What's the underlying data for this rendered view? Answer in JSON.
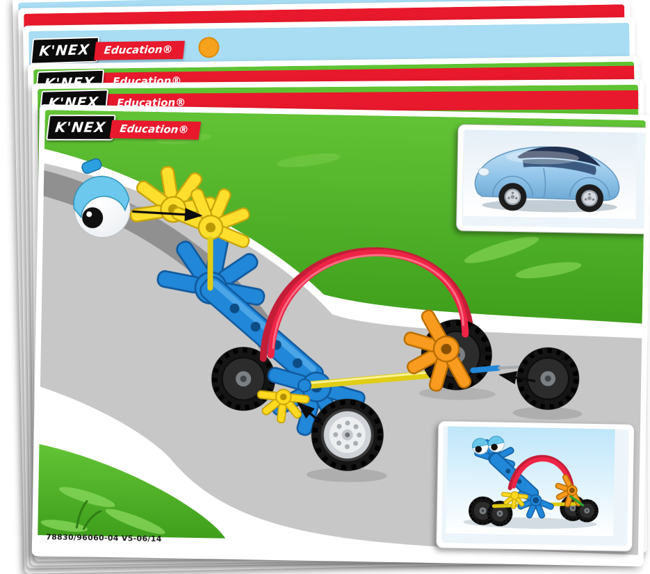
{
  "brand": {
    "name": "K'NEX",
    "sub": "Education®"
  },
  "front_card": {
    "part_number": "78830/96060-04  V5-06/14"
  },
  "palette": {
    "card_green": "#4db32a",
    "brand_red": "#e8192c",
    "sky_blue": "#a8ddf3",
    "knex_blue": "#2187d8",
    "knex_yellow": "#ffdf2e",
    "knex_orange": "#f89b1e",
    "rod_red": "#ee2446",
    "road_gray": "#c7c7c7",
    "road_shadow": "#8d8d8d"
  }
}
